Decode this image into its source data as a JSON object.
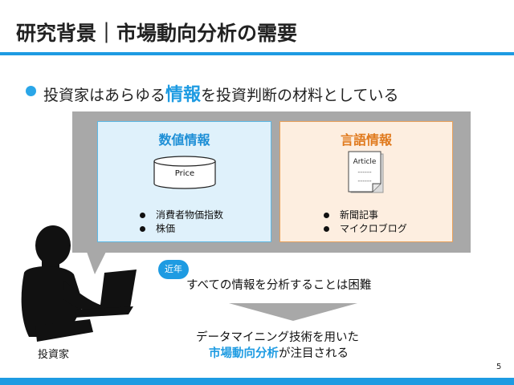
{
  "slide": {
    "title": "研究背景｜市場動向分析の需要",
    "bullet": {
      "prefix": "投資家はあらゆる",
      "highlight": "情報",
      "suffix": "を投資判断の材料としている"
    },
    "numeric_box": {
      "title": "数値情報",
      "icon_label": "Price",
      "items": [
        "消費者物価指数",
        "株価"
      ]
    },
    "language_box": {
      "title": "言語情報",
      "doc_label": "Article",
      "doc_line1": "------",
      "doc_line2": "------",
      "items": [
        "新聞記事",
        "マイクロブログ"
      ]
    },
    "badge": "近年",
    "difficulty": "すべての情報を分析することは困難",
    "conclusion": {
      "line1": "データマイニング技術を用いた",
      "line2_highlight": "市場動向分析",
      "line2_suffix": "が注目される"
    },
    "investor_label": "投資家",
    "page_number": "5",
    "colors": {
      "accent": "#1e9be2",
      "numeric_bg": "#dff1fb",
      "language_bg": "#fdeee0",
      "language_title": "#e07a1e",
      "panel": "#a8a8a8"
    }
  }
}
